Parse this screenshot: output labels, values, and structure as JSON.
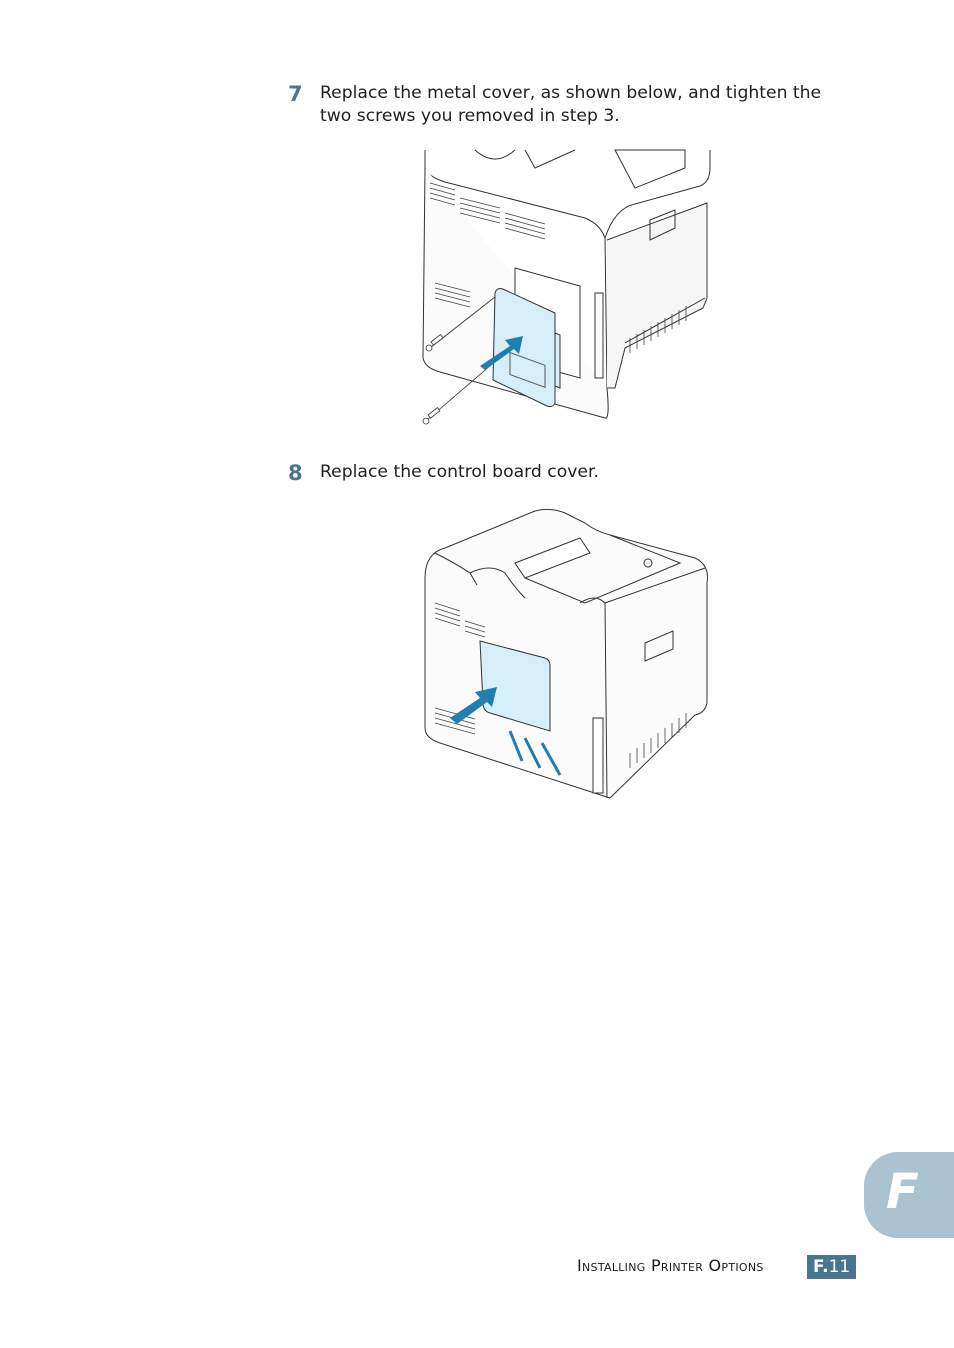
{
  "steps": [
    {
      "number": "7",
      "text": "Replace the metal cover, as shown below, and tighten the two screws you removed in step 3."
    },
    {
      "number": "8",
      "text": "Replace the control board cover."
    }
  ],
  "figures": [
    {
      "alt": "printer-rear-metal-cover-with-two-screws"
    },
    {
      "alt": "printer-control-board-cover-replacement"
    }
  ],
  "chapter_tab": {
    "letter": "F"
  },
  "footer": {
    "section_title": "Installing Printer Options",
    "page_prefix": "F.",
    "page_number": "11"
  },
  "colors": {
    "accent": "#4a7591",
    "tab": "#a9c3d1",
    "cover_blue": "#d6eef8",
    "arrow_blue": "#1f7fb0"
  }
}
